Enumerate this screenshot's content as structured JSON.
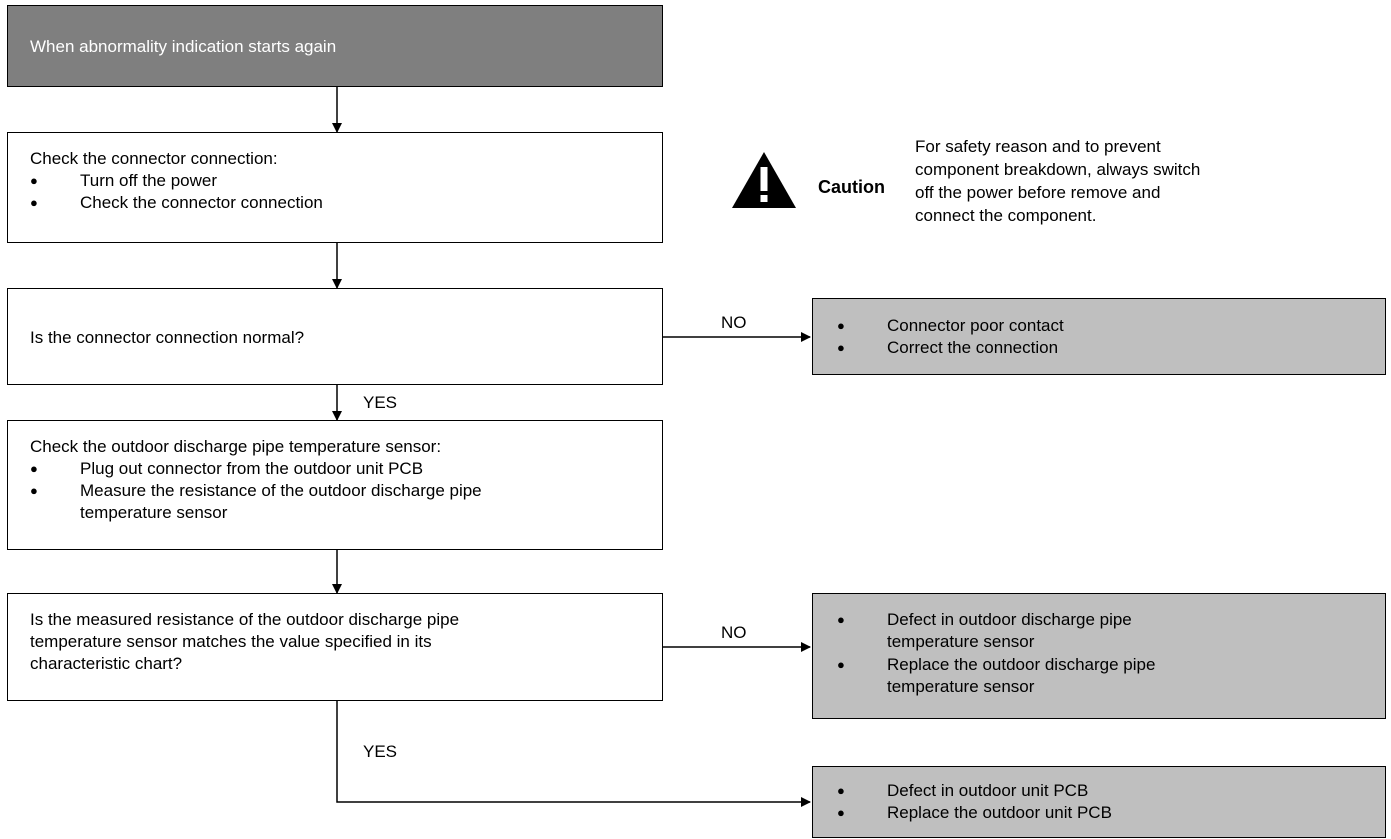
{
  "start": {
    "label": "When abnormality indication starts again"
  },
  "step1": {
    "title": "Check the connector connection:",
    "items": [
      "Turn off the power",
      "Check the connector connection"
    ]
  },
  "caution": {
    "label": "Caution",
    "text_lines": [
      "For safety reason and to prevent",
      "component breakdown, always switch",
      "off the power before remove and",
      "connect the component."
    ]
  },
  "decision1": {
    "question": "Is the connector connection normal?",
    "no_label": "NO",
    "yes_label": "YES",
    "no_result": [
      "Connector poor contact",
      "Correct the connection"
    ]
  },
  "step2": {
    "title": "Check the outdoor discharge pipe temperature sensor:",
    "items": [
      [
        "Plug out connector from the outdoor unit PCB"
      ],
      [
        "Measure the resistance of the outdoor discharge pipe",
        "temperature sensor"
      ]
    ]
  },
  "decision2": {
    "question_lines": [
      "Is the measured resistance of the outdoor discharge pipe",
      "temperature sensor matches the value specified in its",
      "characteristic chart?"
    ],
    "no_label": "NO",
    "yes_label": "YES",
    "no_result": [
      [
        "Defect in outdoor discharge pipe",
        "temperature sensor"
      ],
      [
        "Replace the outdoor discharge pipe",
        "temperature sensor"
      ]
    ],
    "yes_result": [
      "Defect in outdoor unit PCB",
      "Replace the outdoor unit PCB"
    ]
  }
}
